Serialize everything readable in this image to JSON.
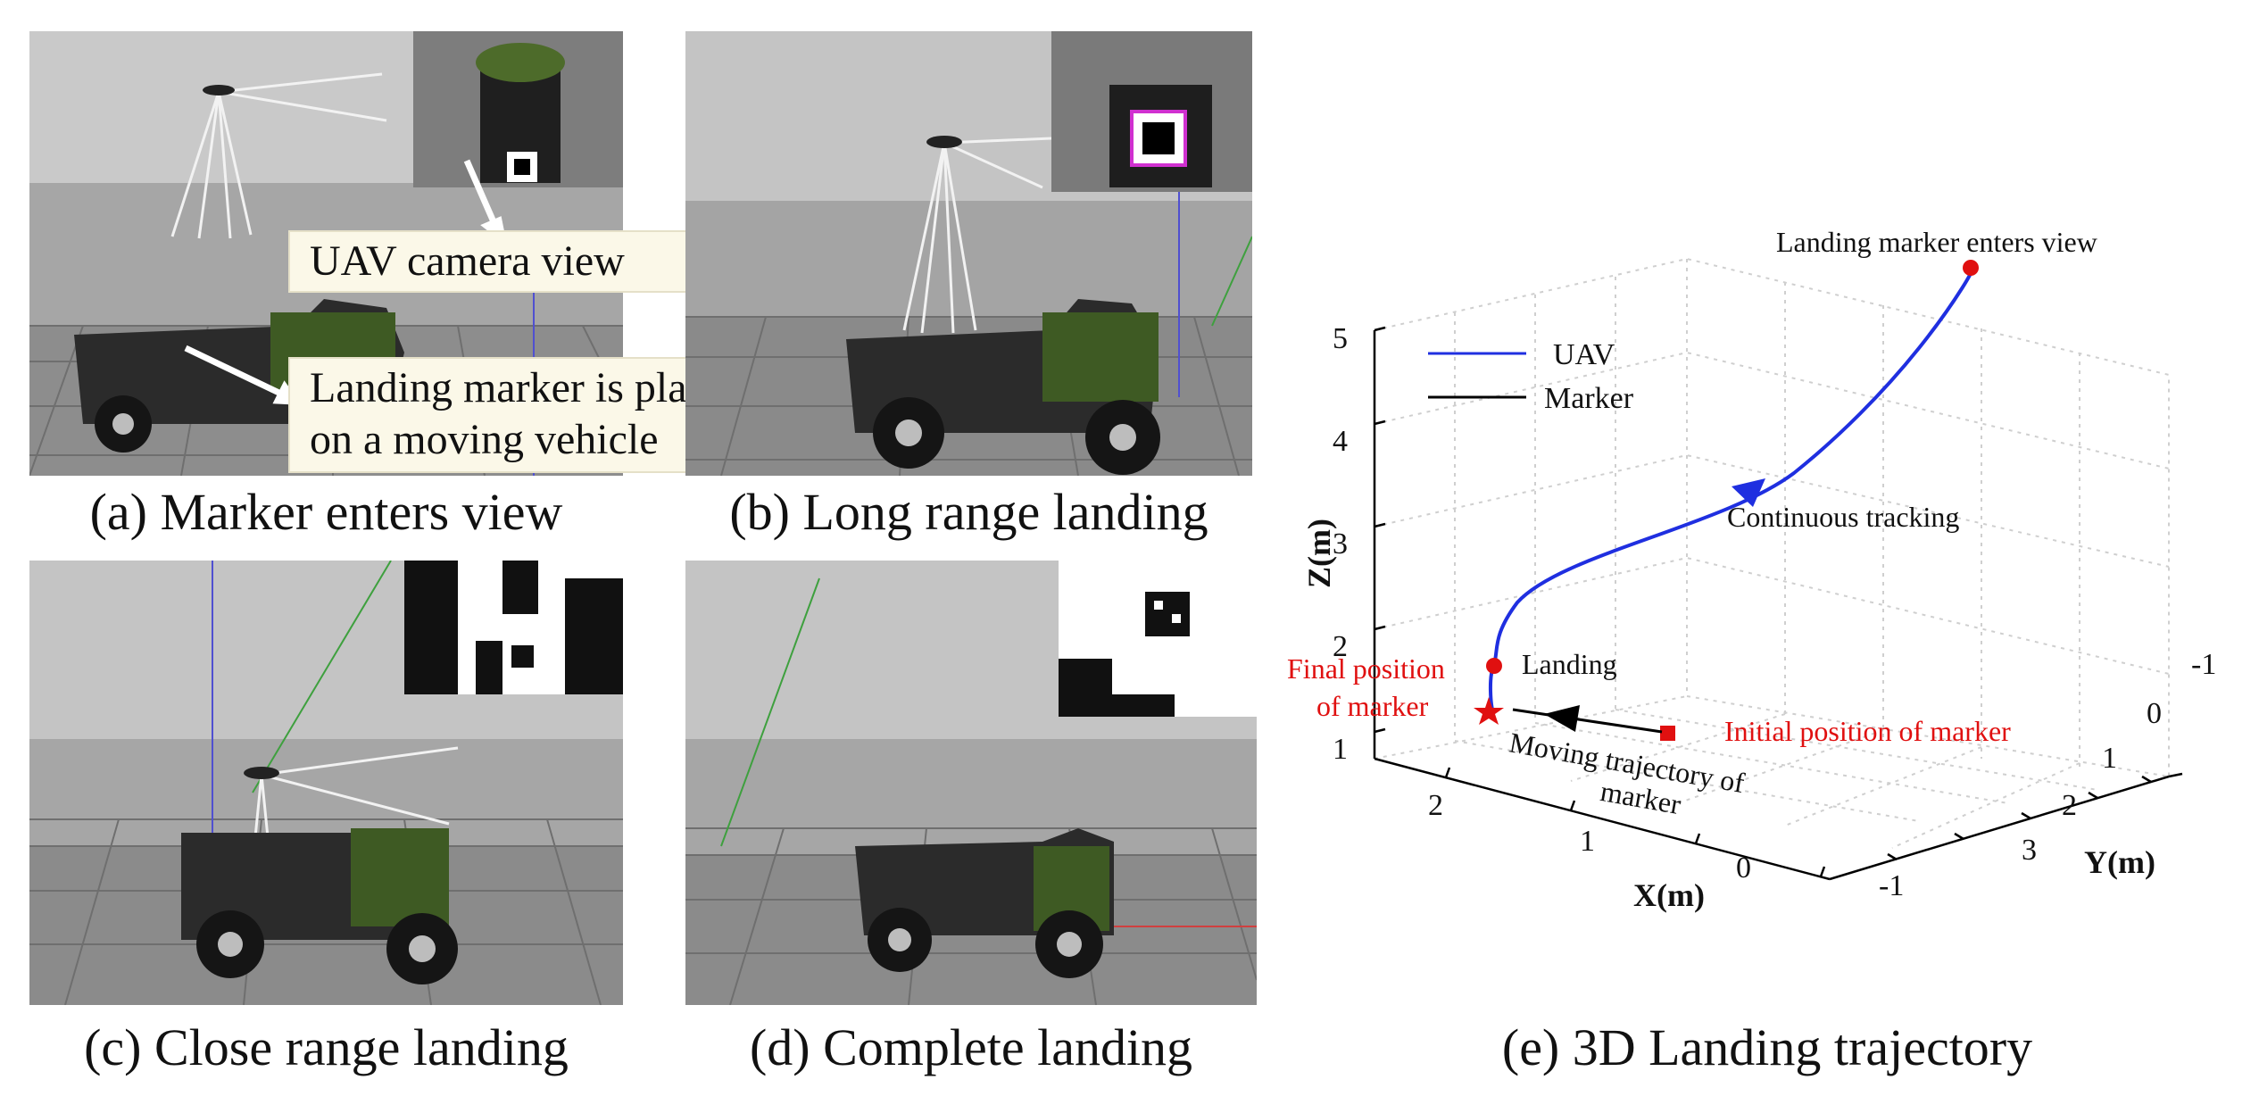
{
  "panels": {
    "a": {
      "caption": "(a) Marker enters view",
      "callout_camera": "UAV camera view",
      "callout_marker_line1": "Landing marker is placed",
      "callout_marker_line2": "on a moving vehicle"
    },
    "b": {
      "caption": "(b) Long range landing"
    },
    "c": {
      "caption": "(c) Close range landing"
    },
    "d": {
      "caption": "(d) Complete landing"
    },
    "e": {
      "caption": "(e) 3D Landing trajectory"
    }
  },
  "plot": {
    "zlabel": "Z(m)",
    "xlabel": "X(m)",
    "ylabel": "Y(m)",
    "z_ticks": [
      "1",
      "2",
      "3",
      "4",
      "5"
    ],
    "x_ticks": [
      "2",
      "1",
      "0",
      "-1"
    ],
    "y_ticks": [
      "-1",
      "0",
      "1",
      "2",
      "3"
    ],
    "legend": {
      "uav": "UAV",
      "marker": "Marker"
    },
    "annotations": {
      "enters_view": "Landing marker enters view",
      "continuous_tracking": "Continuous tracking",
      "landing": "Landing",
      "final_pos_line1": "Final position",
      "final_pos_line2": "of marker",
      "initial_pos": "Initial position of marker",
      "moving_traj_line1": "Moving  trajectory of",
      "moving_traj_line2": "marker"
    },
    "colors": {
      "uav": "#1f2fe0",
      "marker": "#000000",
      "highlight": "#e01010",
      "grid": "#cfcfcf"
    }
  }
}
